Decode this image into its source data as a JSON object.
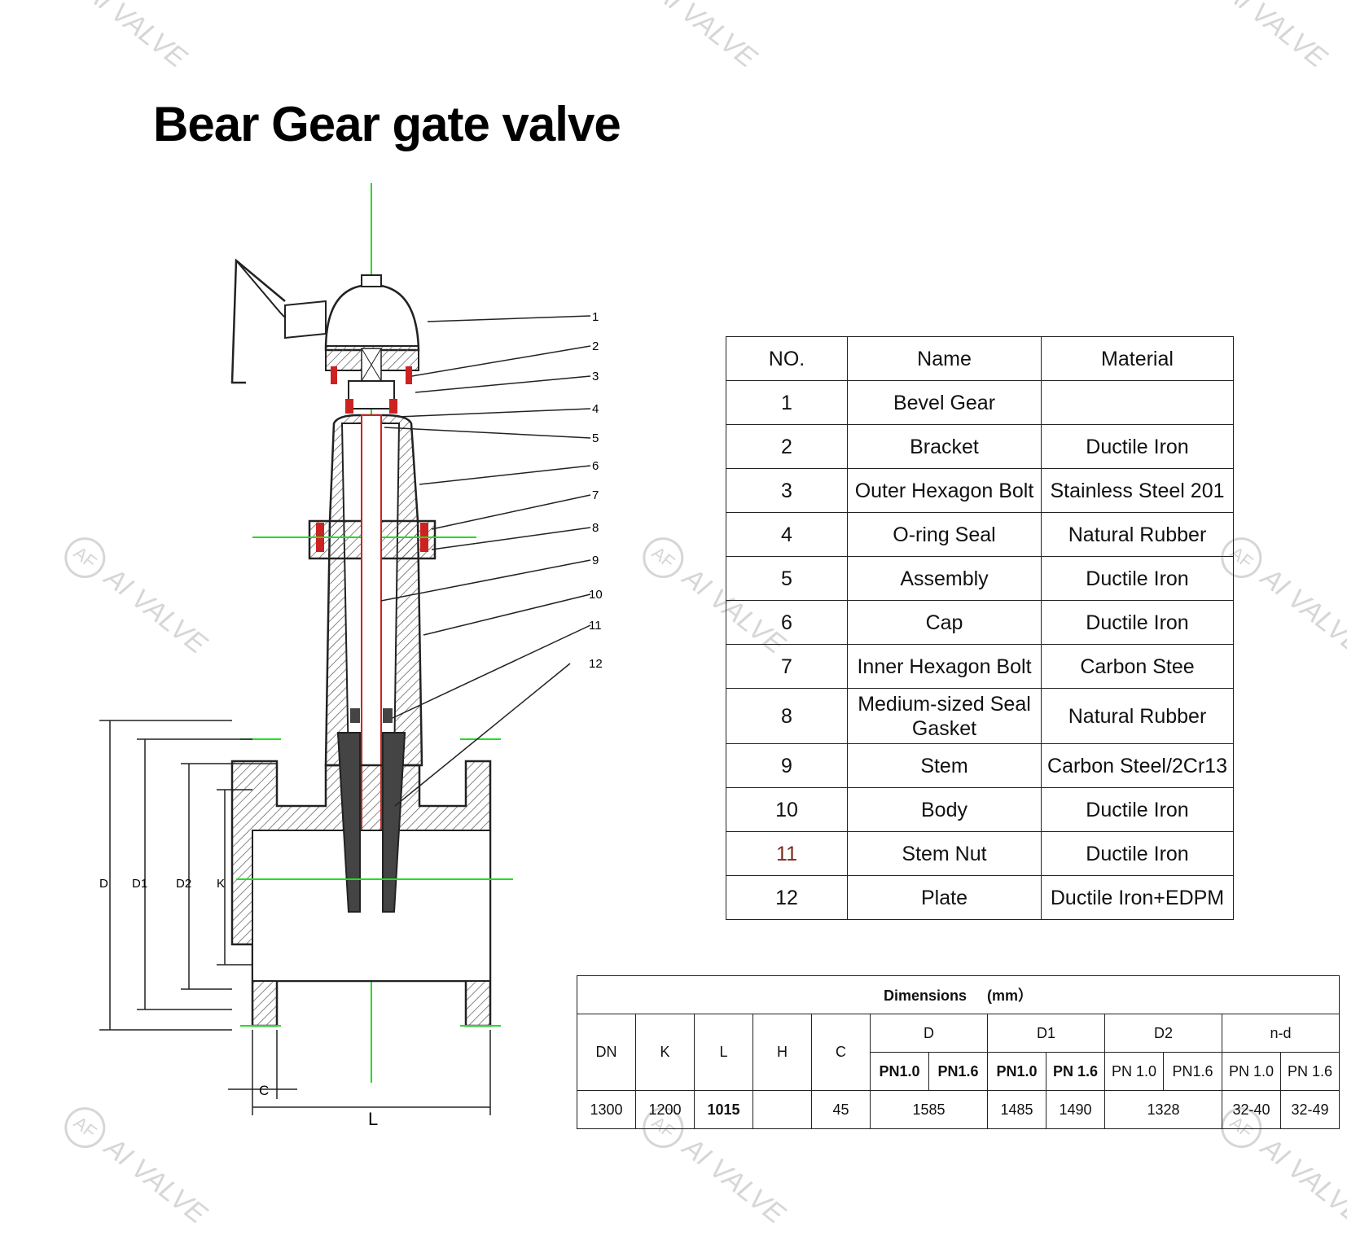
{
  "title": "Bear Gear gate valve",
  "watermark_text": "AI VALVE",
  "watermark_logo": "AF",
  "drawing": {
    "callouts": [
      "1",
      "2",
      "3",
      "4",
      "5",
      "6",
      "7",
      "8",
      "9",
      "10",
      "11",
      "12"
    ],
    "dim_labels": {
      "D": "D",
      "D1": "D1",
      "D2": "D2",
      "K": "K",
      "C": "C",
      "L": "L"
    }
  },
  "parts_table": {
    "headers": [
      "NO.",
      "Name",
      "Material"
    ],
    "rows": [
      {
        "no": "1",
        "name": "Bevel Gear",
        "material": ""
      },
      {
        "no": "2",
        "name": "Bracket",
        "material": "Ductile Iron"
      },
      {
        "no": "3",
        "name": "Outer Hexagon Bolt",
        "material": "Stainless Steel 201"
      },
      {
        "no": "4",
        "name": "O-ring Seal",
        "material": "Natural Rubber"
      },
      {
        "no": "5",
        "name": "Assembly",
        "material": "Ductile Iron"
      },
      {
        "no": "6",
        "name": "Cap",
        "material": "Ductile Iron"
      },
      {
        "no": "7",
        "name": "Inner Hexagon Bolt",
        "material": "Carbon Stee"
      },
      {
        "no": "8",
        "name": "Medium-sized Seal Gasket",
        "material": "Natural Rubber"
      },
      {
        "no": "9",
        "name": "Stem",
        "material": "Carbon Steel/2Cr13"
      },
      {
        "no": "10",
        "name": "Body",
        "material": "Ductile Iron"
      },
      {
        "no": "11",
        "name": "Stem Nut",
        "material": "Ductile Iron"
      },
      {
        "no": "12",
        "name": "Plate",
        "material": "Ductile Iron+EDPM"
      }
    ]
  },
  "dims_table": {
    "title": "Dimensions",
    "unit": "(mm）",
    "cols": [
      "DN",
      "K",
      "L",
      "H",
      "C"
    ],
    "groups": [
      "D",
      "D1",
      "D2",
      "n-d"
    ],
    "sub": [
      "PN1.0",
      "PN1.6",
      "PN1.0",
      "PN 1.6",
      "PN 1.0",
      "PN1.6",
      "PN 1.0",
      "PN 1.6"
    ],
    "values": {
      "dn": "1300",
      "k": "1200",
      "l": "1015",
      "h": "",
      "c": "45",
      "d": "1585",
      "d1_10": "1485",
      "d1_16": "1490",
      "d2": "1328",
      "nd_10": "32-40",
      "nd_16": "32-49"
    }
  },
  "colors": {
    "centerline": "#22dd22",
    "stem": "#cc2222",
    "line": "#222222",
    "hatch": "#555555"
  }
}
